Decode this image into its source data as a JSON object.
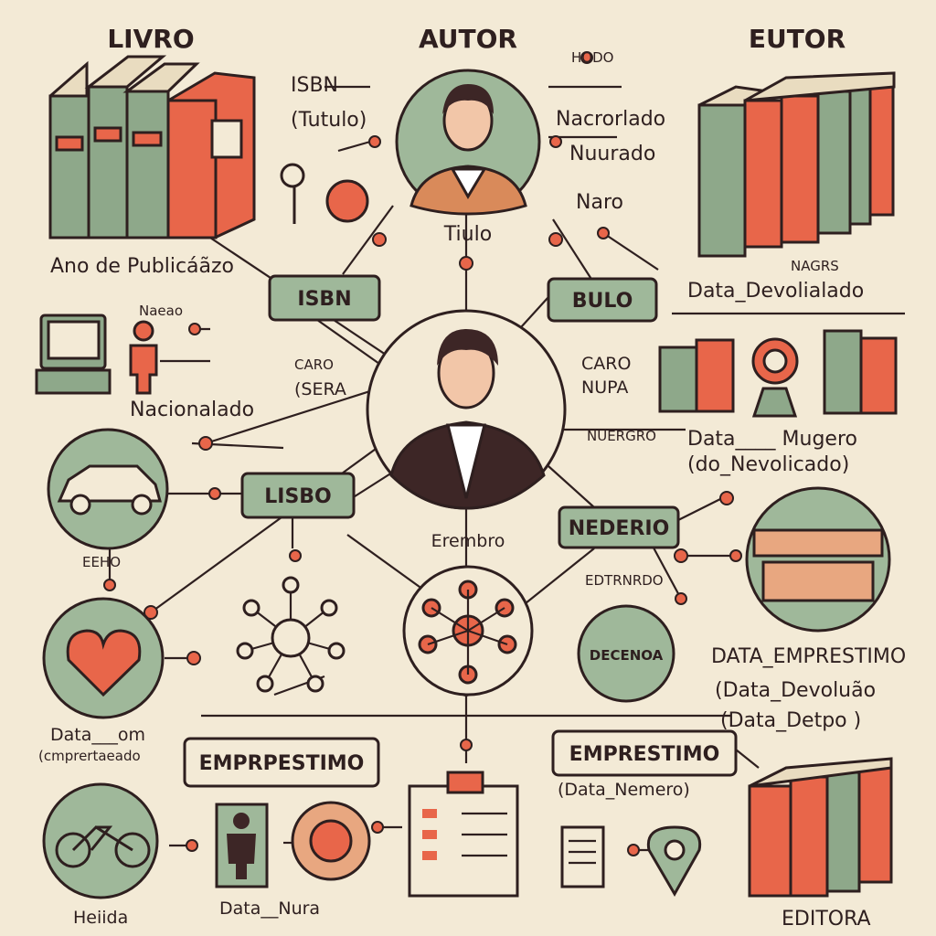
{
  "headers": {
    "livro": "LIVRO",
    "autor": "AUTOR",
    "eutor": "EUTOR"
  },
  "labels": {
    "isbn_top": "ISBN",
    "tutulo": "(Tutulo)",
    "hodo": "HODO",
    "nacionalado": "Nacrorlado",
    "nuurado": "Nuurado",
    "naro": "Naro",
    "tiulo": "Tiulo",
    "ano_publicacao": "Ano de Publicáãzo",
    "nagrs": "NAGRS",
    "data_devolialado": "Data_Devolialado",
    "nacao": "Naeao",
    "nacionalado_left": "Nacionalado",
    "caro_sera_1": "CARO",
    "caro_sera_2": "(SERA",
    "caro_nupa_1": "CARO",
    "caro_nupa_2": "NUPA",
    "nuergro": "NUERGRO",
    "data_mugero_1": "Data____  Mugero",
    "data_mugero_2": "(do_Nevolicado)",
    "eeho": "EEHO",
    "erembro": "Erembro",
    "edtrnrdo": "EDTRNRDO",
    "decenoa": "DECENOA",
    "data_emprestimo": "DATA_EMPRESTIMO",
    "data_devolucao": "(Data_Devoluão",
    "data_detpo": "(Data_Detpo )",
    "data_left_1": "Data___om",
    "data_left_2": "(cmprertaeado",
    "data_nemero": "(Data_Nemero)",
    "heiida": "Heiida",
    "data_nura": "Data__Nura",
    "editora": "EDITORA"
  },
  "pills": {
    "isbn": "ISBN",
    "bulo": "BULO",
    "lisbo": "LISBO",
    "nederio": "NEDERIO",
    "emprestimo_left": "EMPRPESTIMO",
    "emprestimo_right": "EMPRESTIMO"
  },
  "colors": {
    "background": "#f3ead6",
    "sage": "#9fb89a",
    "orange": "#e8664a",
    "outline": "#2e1f1f"
  }
}
